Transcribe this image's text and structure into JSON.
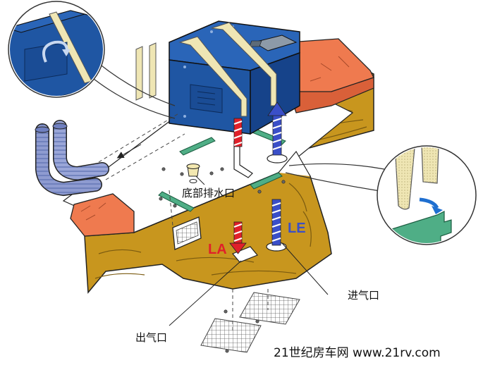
{
  "labels": {
    "bottom_drain": "底部排水口",
    "air_intake": "进气口",
    "air_outlet": "出气口",
    "outlet_code": "LA",
    "intake_code": "LE"
  },
  "watermark": "21世纪房车网 www.21rv.com",
  "colors": {
    "unit_blue": "#1f56a3",
    "floor_wood": "#c8961e",
    "carpet_orange": "#ef7a4f",
    "bracket_green": "#4fae86",
    "outlet_red": "#e0202a",
    "intake_blue": "#3a4fc8",
    "strap_cream": "#efe6b4"
  }
}
